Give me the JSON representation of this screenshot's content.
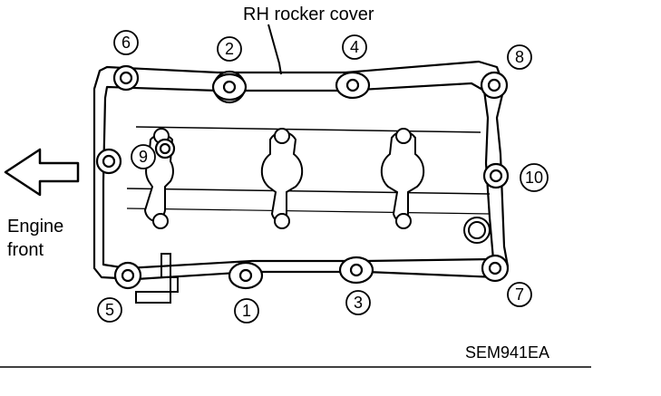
{
  "title": "RH rocker cover",
  "front_label_line1": "Engine",
  "front_label_line2": "front",
  "figure_code": "SEM941EA",
  "bolts": [
    {
      "number": "1"
    },
    {
      "number": "2"
    },
    {
      "number": "3"
    },
    {
      "number": "4"
    },
    {
      "number": "5"
    },
    {
      "number": "6"
    },
    {
      "number": "7"
    },
    {
      "number": "8"
    },
    {
      "number": "9"
    },
    {
      "number": "10"
    }
  ],
  "icons": {
    "arrow": "left-arrow-icon"
  }
}
